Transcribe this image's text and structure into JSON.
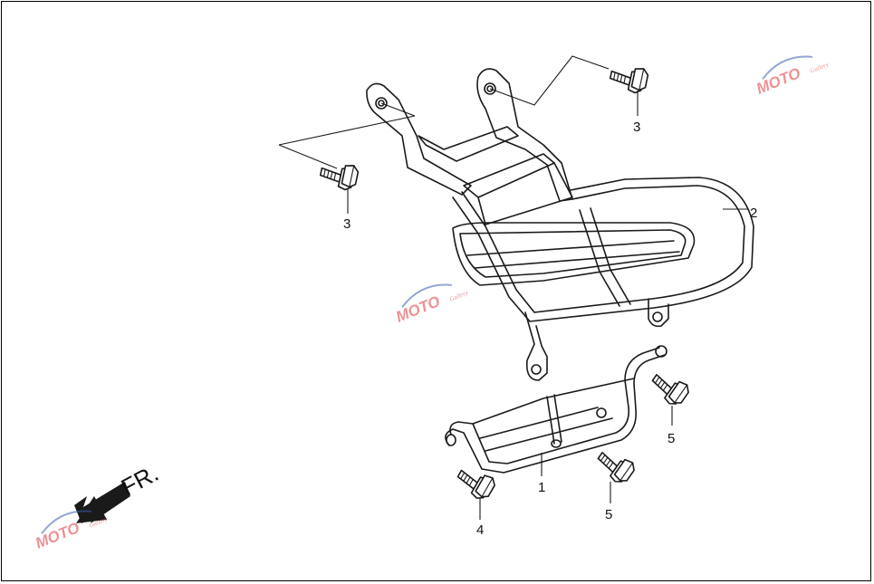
{
  "diagram": {
    "direction_label": "FR.",
    "callouts": {
      "rear_carrier": "1",
      "front_carrier": "2",
      "bolt_upper_left": "3",
      "bolt_upper_right": "3",
      "bolt_lower_left": "4",
      "bolt_lower_mid": "5",
      "bolt_lower_right": "5"
    },
    "watermark": {
      "text": "MOTO",
      "sub": "Gallery"
    }
  },
  "colors": {
    "line": "#1a1a1a",
    "arrow": "#1a1a1a",
    "watermark_red": "#e0393e",
    "watermark_blue": "#3b5fb0"
  },
  "icons": {
    "direction_arrow": "front-direction-arrow-icon",
    "watermark_logo": "moto-gallery-logo-icon",
    "bolt": "flange-bolt-icon"
  }
}
